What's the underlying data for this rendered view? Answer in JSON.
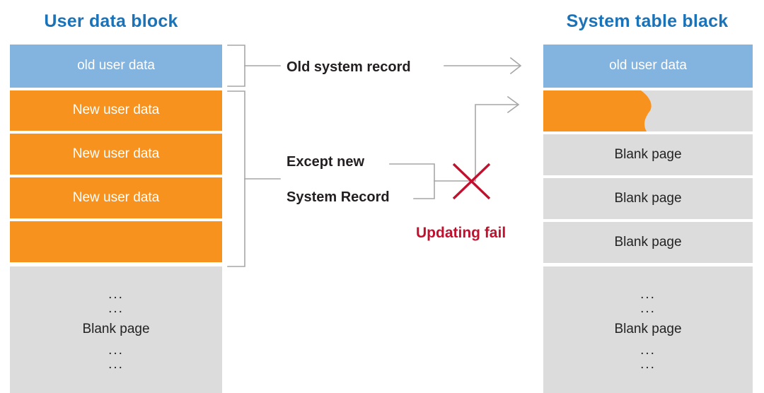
{
  "titles": {
    "left": "User data block",
    "right": "System table black"
  },
  "colors": {
    "title_blue": "#1a72b8",
    "block_blue": "#83b4e0",
    "block_orange": "#f7921e",
    "block_gray": "#dcdcdc",
    "wire_gray": "#a6a6a6",
    "fail_red": "#c1112f",
    "x_red": "#c1112f"
  },
  "user_data_block": {
    "rows": [
      {
        "label": "old user data",
        "fill": "blue"
      },
      {
        "label": "New user data",
        "fill": "orange"
      },
      {
        "label": "New user data",
        "fill": "orange"
      },
      {
        "label": "New user data",
        "fill": "orange"
      },
      {
        "label": "",
        "fill": "orange"
      }
    ],
    "tail": {
      "fill": "gray",
      "dots_top": [
        "...",
        "..."
      ],
      "label": "Blank page",
      "dots_bottom": [
        "...",
        "..."
      ]
    }
  },
  "system_table_block": {
    "rows": [
      {
        "label": "old user data",
        "fill": "blue"
      },
      {
        "label": "",
        "fill": "orange-partial"
      },
      {
        "label": "Blank page",
        "fill": "gray"
      },
      {
        "label": "Blank page",
        "fill": "gray"
      },
      {
        "label": "Blank page",
        "fill": "gray"
      }
    ],
    "tail": {
      "fill": "gray",
      "dots_top": [
        "...",
        "..."
      ],
      "label": "Blank page",
      "dots_bottom": [
        "...",
        "..."
      ]
    }
  },
  "annotations": {
    "old_system_record": "Old system record",
    "except_new": "Except new",
    "system_record": "System Record",
    "updating_fail": "Updating fail"
  }
}
